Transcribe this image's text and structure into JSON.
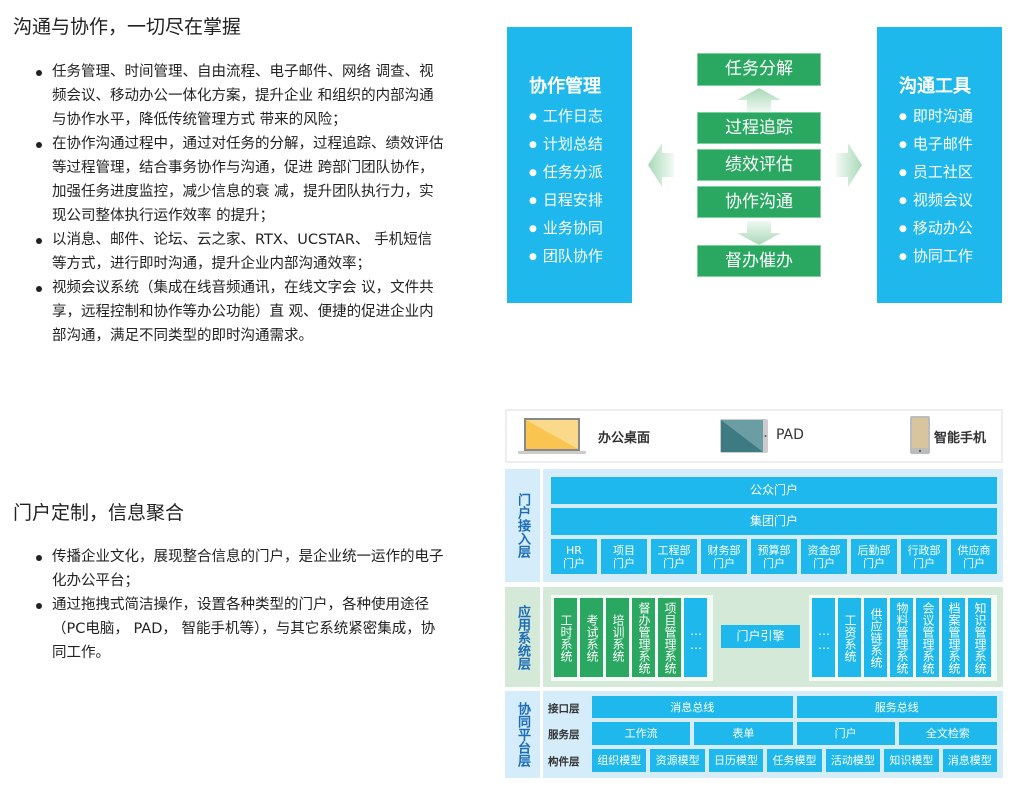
{
  "section1": {
    "title": "沟通与协作，一切尽在掌握",
    "bullets": [
      "任务管理、时间管理、自由流程、电子邮件、网络 调查、视频会议、移动办公一体化方案，提升企业 和组织的内部沟通与协作水平，降低传统管理方式 带来的风险；",
      "在协作沟通过程中，通过对任务的分解，过程追踪、绩效评估等过程管理，结合事务协作与沟通，促进 跨部门团队协作，加强任务进度监控，减少信息的衰 减，提升团队执行力，实现公司整体执行运作效率 的提升；",
      "以消息、邮件、论坛、云之家、RTX、UCSTAR、 手机短信等方式，进行即时沟通，提升企业内部沟通效率；",
      "视频会议系统（集成在线音频通讯，在线文字会 议，文件共享，远程控制和协作等办公功能）直 观、便捷的促进企业内部沟通，满足不同类型的即时沟通需求。"
    ]
  },
  "section2": {
    "title": "门户定制，信息聚合",
    "bullets": [
      "传播企业文化，展现整合信息的门户，是企业统一运作的电子化办公平台；",
      "通过拖拽式简洁操作，设置各种类型的门户，各种使用途径（PC电脑， PAD， 智能手机等），与其它系统紧密集成，协同工作。"
    ]
  },
  "collab_diagram": {
    "left": {
      "title": "协作管理",
      "items": [
        "工作日志",
        "计划总结",
        "任务分派",
        "日程安排",
        "业务协同",
        "团队协作"
      ]
    },
    "right": {
      "title": "沟通工具",
      "items": [
        "即时沟通",
        "电子邮件",
        "员工社区",
        "视频会议",
        "移动办公",
        "协同工作"
      ]
    },
    "center": [
      "任务分解",
      "过程追踪",
      "绩效评估",
      "协作沟通",
      "督办催办"
    ]
  },
  "arch_diagram": {
    "devices": [
      "办公桌面",
      "PAD",
      "智能手机"
    ],
    "portal_layer": {
      "label": "门户接入层",
      "public": "公众门户",
      "group": "集团门户",
      "depts": [
        [
          "HR",
          "门户"
        ],
        [
          "项目",
          "门户"
        ],
        [
          "工程部",
          "门户"
        ],
        [
          "财务部",
          "门户"
        ],
        [
          "预算部",
          "门户"
        ],
        [
          "资金部",
          "门户"
        ],
        [
          "后勤部",
          "门户"
        ],
        [
          "行政部",
          "门户"
        ],
        [
          "供应商",
          "门户"
        ]
      ]
    },
    "app_layer": {
      "label": "应用系统层",
      "left_systems": [
        "工时系统",
        "考试系统",
        "培训系统",
        "督办管理系统",
        "项目管理系统",
        "……"
      ],
      "engine": "门户引擎",
      "right_systems": [
        "……",
        "工资系统",
        "供应链系统",
        "物料管理系统",
        "会议管理系统",
        "档案管理系统",
        "知识管理系统"
      ]
    },
    "platform_layer": {
      "label": "协同平台层",
      "interface": {
        "label": "接口层",
        "items": [
          "消息总线",
          "服务总线"
        ]
      },
      "service": {
        "label": "服务层",
        "items": [
          "工作流",
          "表单",
          "门户",
          "全文检索"
        ]
      },
      "component": {
        "label": "构件层",
        "items": [
          "组织模型",
          "资源模型",
          "日历模型",
          "任务模型",
          "活动模型",
          "知识模型",
          "消息模型"
        ]
      }
    }
  }
}
